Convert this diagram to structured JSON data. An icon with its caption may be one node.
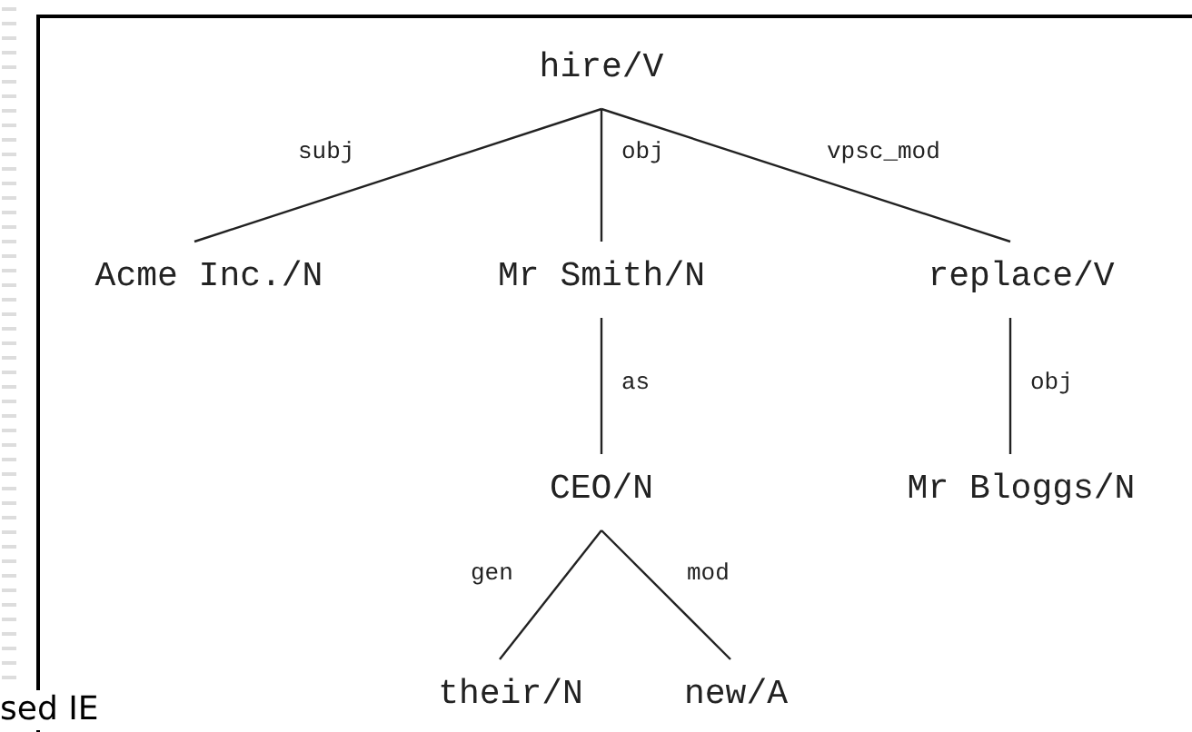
{
  "diagram": {
    "nodes": [
      {
        "text": [
          "hire/V"
        ]
      },
      {
        "text": [
          "Acme Inc./N"
        ]
      },
      {
        "text": [
          "Mr Smith/N"
        ]
      },
      {
        "text": [
          "replace/V"
        ]
      },
      {
        "text": [
          "CEO/N"
        ]
      },
      {
        "text": [
          "Mr Bloggs/N"
        ]
      },
      {
        "text": [
          "their/N"
        ]
      },
      {
        "text": [
          "new/A"
        ]
      }
    ],
    "edges": [
      {
        "from": 0,
        "to": 1,
        "arrow": "none",
        "label": "subj"
      },
      {
        "from": 0,
        "to": 2,
        "arrow": "none",
        "label": "obj"
      },
      {
        "from": 0,
        "to": 3,
        "arrow": "none",
        "label": "vpsc_mod"
      },
      {
        "from": 2,
        "to": 4,
        "arrow": "none",
        "label": "as"
      },
      {
        "from": 3,
        "to": 5,
        "arrow": "none",
        "label": "obj"
      },
      {
        "from": 4,
        "to": 6,
        "arrow": "none",
        "label": "gen"
      },
      {
        "from": 4,
        "to": 7,
        "arrow": "none",
        "label": "mod"
      }
    ],
    "labels": [
      "sed IE"
    ]
  }
}
